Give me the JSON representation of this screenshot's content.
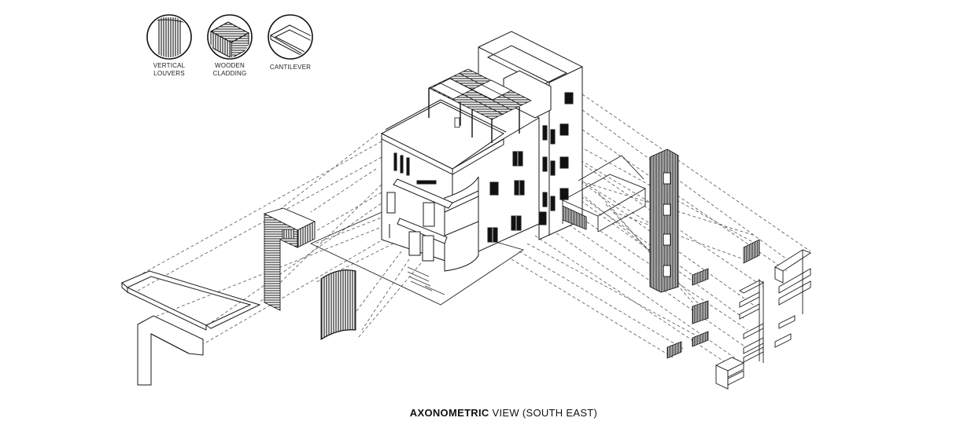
{
  "legend": [
    {
      "key": "louvers",
      "label": "VERTICAL\nLOUVERS",
      "icon": "vertical-louvers-icon"
    },
    {
      "key": "cladding",
      "label": "WOODEN\nCLADDING",
      "icon": "wooden-cladding-icon"
    },
    {
      "key": "cantilever",
      "label": "CANTILEVER",
      "icon": "cantilever-icon"
    }
  ],
  "caption": {
    "bold": "AXONOMETRIC",
    "rest": " VIEW (SOUTH EAST)"
  },
  "colors": {
    "line": "#1a1a1a",
    "dash": "#555555",
    "fill": "#111111",
    "paper": "#ffffff"
  }
}
